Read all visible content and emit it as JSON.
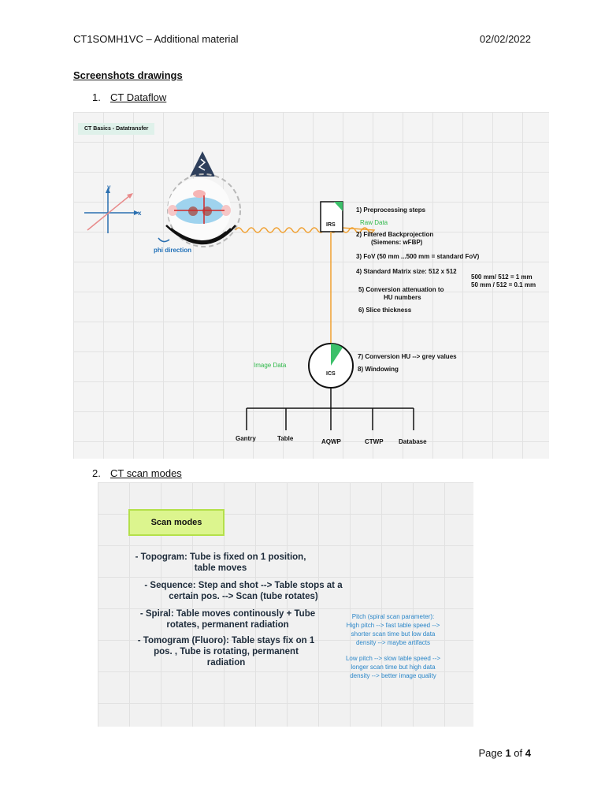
{
  "header": {
    "left": "CT1SOMH1VC – Additional material",
    "right": "02/02/2022"
  },
  "section_title": "Screenshots drawings",
  "items": [
    {
      "num": "1.",
      "label": "CT Dataflow"
    },
    {
      "num": "2.",
      "label": "CT scan modes"
    }
  ],
  "dataflow": {
    "badge": "CT Basics - Datatransfer",
    "axis_x": "x",
    "axis_y": "y",
    "phi": "phi direction",
    "irs": "IRS",
    "raw_data": "Raw Data",
    "steps": [
      "1) Preprocessing steps",
      "2) Filtered Backprojection",
      "(Siemens: wFBP)",
      "3) FoV (50 mm ...500 mm = standard FoV)",
      "4) Standard Matrix size: 512 x 512",
      "5) Conversion attenuation to",
      "HU numbers",
      "6) Slice thickness"
    ],
    "calc": [
      "500 mm/ 512 = 1 mm",
      "50 mm / 512 = 0.1 mm"
    ],
    "ics": "ICS",
    "image_data": "Image Data",
    "steps2": [
      "7) Conversion HU --> grey values",
      "8) Windowing"
    ],
    "nodes": [
      "Gantry",
      "Table",
      "AQWP",
      "CTWP",
      "Database"
    ]
  },
  "scan_modes": {
    "title": "Scan modes",
    "modes": [
      [
        "- Topogram: Tube is fixed on 1 position,",
        "table moves"
      ],
      [
        "- Sequence:  Step and shot  --> Table stops at a",
        "certain pos. --> Scan (tube rotates)"
      ],
      [
        "- Spiral: Table moves continously + Tube",
        "rotates, permanent radiation"
      ],
      [
        "- Tomogram (Fluoro): Table stays fix on 1",
        "pos. , Tube is rotating, permanent",
        "radiation"
      ]
    ],
    "pitch1": [
      "Pitch (spiral scan parameter):",
      "High pitch --> fast table speed -->",
      "shorter scan time but low data",
      "density --> maybe artifacts"
    ],
    "pitch2": [
      "Low pitch --> slow table speed -->",
      "longer scan time but high data",
      "density --> better image quality"
    ]
  },
  "footer": {
    "prefix": "Page ",
    "page": "1",
    "mid": " of ",
    "total": "4"
  }
}
